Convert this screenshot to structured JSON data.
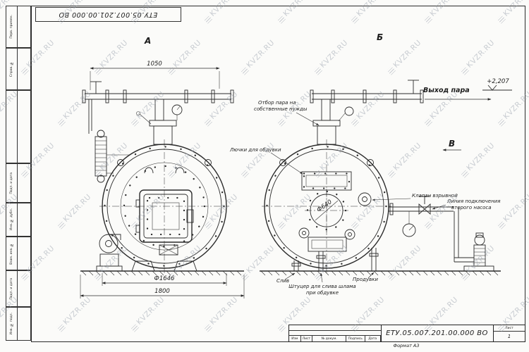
{
  "watermark": {
    "text": "KVZR.RU"
  },
  "frame": {
    "top_stamp": "ЕТУ.05.007.201.00.000 ВО",
    "side_labels": [
      "Перв. примен.",
      "Справ. №",
      "",
      "Подп. и дата",
      "Инв. № дубл.",
      "Взам. инв. №",
      "Подп. и дата",
      "Инв. № подл."
    ]
  },
  "views": {
    "front_label": "А",
    "side_label": "Б",
    "aux_label": "В"
  },
  "dims": {
    "top_width": "1050",
    "shell_diameter": "Ф1646",
    "base_width": "1800",
    "manhole_diameter": "Ф640",
    "elevation": "+2,207"
  },
  "labels": {
    "steam_outlet": "Выход пара",
    "own_needs_1": "Отбор пара на",
    "own_needs_2": "собственные нужды",
    "blow_hatches": "Лючки для обдувки",
    "explosion_valve": "Клапан взрывной",
    "pump_line_1": "Линия подключения",
    "pump_line_2": "второго насоса",
    "sludge_1": "Штуцер для слива шлама",
    "sludge_2": "при обдувке",
    "blowdown": "Продувки",
    "drain": "Слив"
  },
  "title_block": {
    "doc_number": "ЕТУ.05.007.201.00.000 ВО",
    "format": "Формат А3",
    "sheet_label": "Лист",
    "sheet_value": "1",
    "columns": [
      "Изм",
      "Лист",
      "№ докум.",
      "Подпись",
      "Дата"
    ]
  }
}
